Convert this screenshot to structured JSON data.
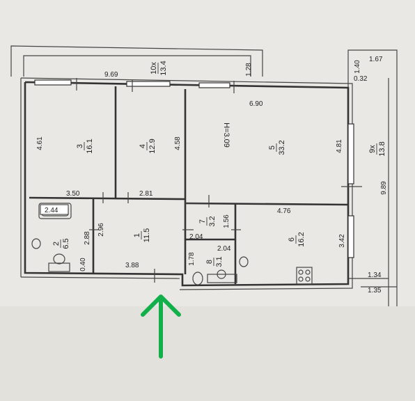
{
  "rooms": {
    "r1": {
      "num": "1",
      "area": "11.5"
    },
    "r2": {
      "num": "2",
      "area": "6.5"
    },
    "r3": {
      "num": "3",
      "area": "16.1"
    },
    "r4": {
      "num": "4",
      "area": "12.9"
    },
    "r5": {
      "num": "5",
      "area": "33.2",
      "height": "H=3.09"
    },
    "r6": {
      "num": "6",
      "area": "16.2"
    },
    "r7": {
      "num": "7",
      "area": "3.2"
    },
    "r8": {
      "num": "8",
      "area": "3.1"
    },
    "r9": {
      "num": "9x",
      "area": "13.8"
    },
    "r10": {
      "num": "10x",
      "area": "13.4"
    }
  },
  "dims": {
    "d969": "9.69",
    "d128": "1.28",
    "d690": "6.90",
    "d461": "4.61",
    "d458": "4.58",
    "d481": "4.81",
    "d350": "3.50",
    "d281": "2.81",
    "d476": "4.76",
    "d244": "2.44",
    "d288": "2.88",
    "d296": "2.96",
    "d040": "0.40",
    "d204a": "2.04",
    "d204b": "2.04",
    "d156": "1.56",
    "d178": "1.78",
    "d388": "3.88",
    "d342": "3.42",
    "d167": "1.67",
    "d140": "1.40",
    "d032": "0.32",
    "d989": "9.89",
    "d134": "1.34",
    "d135": "1.35"
  },
  "colors": {
    "arrow": "#12b04a",
    "paper": "#e9e8e4",
    "line": "#333333"
  },
  "icons": [
    "entrance-arrow-icon",
    "stove-icon",
    "bathtub-icon",
    "toilet-icon",
    "sink-icon"
  ]
}
